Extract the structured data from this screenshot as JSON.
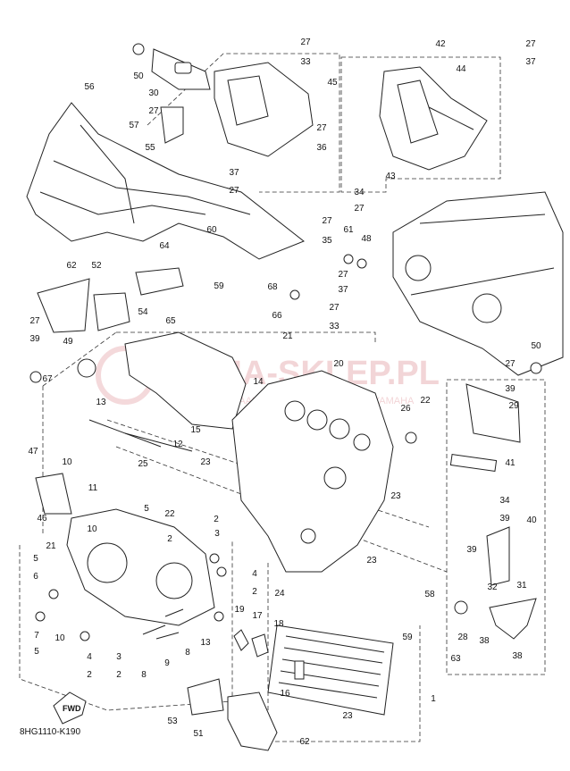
{
  "diagram": {
    "code": "8HG1110-K190",
    "fwd_label": "FWD",
    "watermark": "YAMA-SKLEP.PL",
    "watermark_sub": "WIELICOTAAUTORYZOWANY DEALER YAMAHA",
    "labels": [
      {
        "t": "56"
      },
      {
        "t": "50"
      },
      {
        "t": "30"
      },
      {
        "t": "27"
      },
      {
        "t": "57"
      },
      {
        "t": "55"
      },
      {
        "t": "27"
      },
      {
        "t": "33"
      },
      {
        "t": "45"
      },
      {
        "t": "27"
      },
      {
        "t": "36"
      },
      {
        "t": "37"
      },
      {
        "t": "27"
      },
      {
        "t": "42"
      },
      {
        "t": "44"
      },
      {
        "t": "27"
      },
      {
        "t": "37"
      },
      {
        "t": "43"
      },
      {
        "t": "34"
      },
      {
        "t": "27"
      },
      {
        "t": "62"
      },
      {
        "t": "52"
      },
      {
        "t": "64"
      },
      {
        "t": "60"
      },
      {
        "t": "54"
      },
      {
        "t": "59"
      },
      {
        "t": "65"
      },
      {
        "t": "27"
      },
      {
        "t": "35"
      },
      {
        "t": "61"
      },
      {
        "t": "48"
      },
      {
        "t": "68"
      },
      {
        "t": "27"
      },
      {
        "t": "37"
      },
      {
        "t": "66"
      },
      {
        "t": "27"
      },
      {
        "t": "33"
      },
      {
        "t": "27"
      },
      {
        "t": "39"
      },
      {
        "t": "49"
      },
      {
        "t": "21"
      },
      {
        "t": "67"
      },
      {
        "t": "14"
      },
      {
        "t": "20"
      },
      {
        "t": "50"
      },
      {
        "t": "27"
      },
      {
        "t": "39"
      },
      {
        "t": "13"
      },
      {
        "t": "15"
      },
      {
        "t": "26"
      },
      {
        "t": "29"
      },
      {
        "t": "22"
      },
      {
        "t": "12"
      },
      {
        "t": "47"
      },
      {
        "t": "10"
      },
      {
        "t": "25"
      },
      {
        "t": "23"
      },
      {
        "t": "41"
      },
      {
        "t": "11"
      },
      {
        "t": "46"
      },
      {
        "t": "5"
      },
      {
        "t": "22"
      },
      {
        "t": "23"
      },
      {
        "t": "34"
      },
      {
        "t": "39"
      },
      {
        "t": "10"
      },
      {
        "t": "2"
      },
      {
        "t": "3"
      },
      {
        "t": "40"
      },
      {
        "t": "21"
      },
      {
        "t": "2"
      },
      {
        "t": "39"
      },
      {
        "t": "5"
      },
      {
        "t": "6"
      },
      {
        "t": "23"
      },
      {
        "t": "4"
      },
      {
        "t": "2"
      },
      {
        "t": "24"
      },
      {
        "t": "31"
      },
      {
        "t": "32"
      },
      {
        "t": "58"
      },
      {
        "t": "19"
      },
      {
        "t": "17"
      },
      {
        "t": "18"
      },
      {
        "t": "10"
      },
      {
        "t": "13"
      },
      {
        "t": "7"
      },
      {
        "t": "5"
      },
      {
        "t": "8"
      },
      {
        "t": "28"
      },
      {
        "t": "38"
      },
      {
        "t": "59"
      },
      {
        "t": "63"
      },
      {
        "t": "38"
      },
      {
        "t": "4"
      },
      {
        "t": "2"
      },
      {
        "t": "3"
      },
      {
        "t": "2"
      },
      {
        "t": "8"
      },
      {
        "t": "9"
      },
      {
        "t": "16"
      },
      {
        "t": "1"
      },
      {
        "t": "53"
      },
      {
        "t": "23"
      },
      {
        "t": "51"
      },
      {
        "t": "62"
      }
    ]
  }
}
